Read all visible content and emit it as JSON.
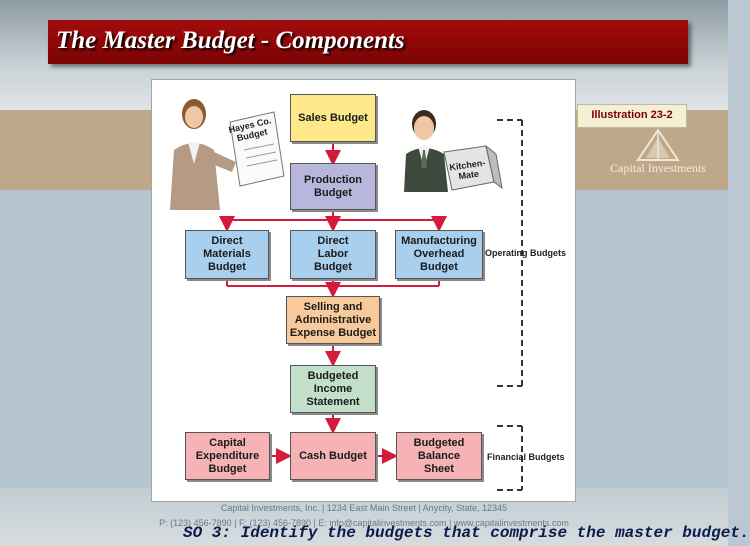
{
  "slide": {
    "title": "The Master Budget - Components",
    "illustration": "Illustration 23-2",
    "logo_text": "Capital Investments",
    "footer_line1": "Capital Investments, Inc. | 1234 East Main Street | Anycity, State, 12345",
    "footer_line2": "P: (123) 456-7890 | F: (123) 456-7890 | E: info@capitalinvestments.com | www.capitalinvestments.com",
    "objective": "SO 3:  Identify the budgets that comprise the master budget."
  },
  "diagram": {
    "sales_budget": "Sales Budget",
    "production_budget": "Production\nBudget",
    "direct_materials": "Direct\nMaterials\nBudget",
    "direct_labor": "Direct\nLabor\nBudget",
    "manufacturing_overhead": "Manufacturing\nOverhead\nBudget",
    "selling_admin": "Selling and\nAdministrative\nExpense Budget",
    "budgeted_income": "Budgeted\nIncome\nStatement",
    "capital_expenditure": "Capital\nExpenditure\nBudget",
    "cash_budget": "Cash Budget",
    "balance_sheet": "Budgeted\nBalance\nSheet",
    "operating_label": "Operating Budgets",
    "financial_label": "Financial Budgets",
    "woman_paper_text": "Hayes Co.\nBudget",
    "man_box_text": "Kitchen-\nMate"
  },
  "colors": {
    "title_bar": "#8b0505",
    "arrows": "#d41b3e",
    "sales": "#fde98a",
    "production": "#b8b6dc",
    "direct": "#a8cfee",
    "selling": "#f8c99b",
    "income": "#c2dfca",
    "financial": "#f5b3b6"
  }
}
